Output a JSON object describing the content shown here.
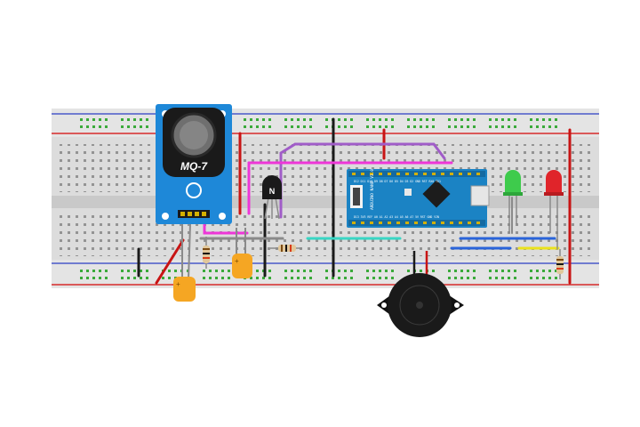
{
  "sensor": {
    "label": "MQ-7"
  },
  "transistor": {
    "label": "N"
  },
  "arduino": {
    "board_label": "ARDUINO NANO V3.0",
    "top_pins": "D12 D11 D10 D9 D8 D7 D6 D5 D4 D3 D2 GND RST RX0 TX1",
    "bottom_pins": "D13 3V3 REF A0 A1 A2 A3 A4 A5 A6 A7 5V RST GND VIN"
  },
  "leds": [
    {
      "color_name": "green",
      "color": "#3ecb4c"
    },
    {
      "color_name": "red",
      "color": "#e0242a"
    }
  ],
  "colors": {
    "breadboard": "#d9d9d9",
    "rail_red": "#d62b2b",
    "rail_blue": "#4a59c9",
    "hole_green": "#3aaa3a",
    "sensor_module": "#1e88d8",
    "arduino": "#1b83c4",
    "capacitor": "#f5a623",
    "wire_magenta": "#ee36d8",
    "wire_purple": "#a05cc8",
    "wire_cyan": "#39d6c4",
    "wire_blue": "#2a64d9",
    "wire_yellow": "#ebe21c",
    "wire_red": "#c81414",
    "wire_black": "#1a1a1a",
    "wire_gray": "#8a8a8a"
  }
}
